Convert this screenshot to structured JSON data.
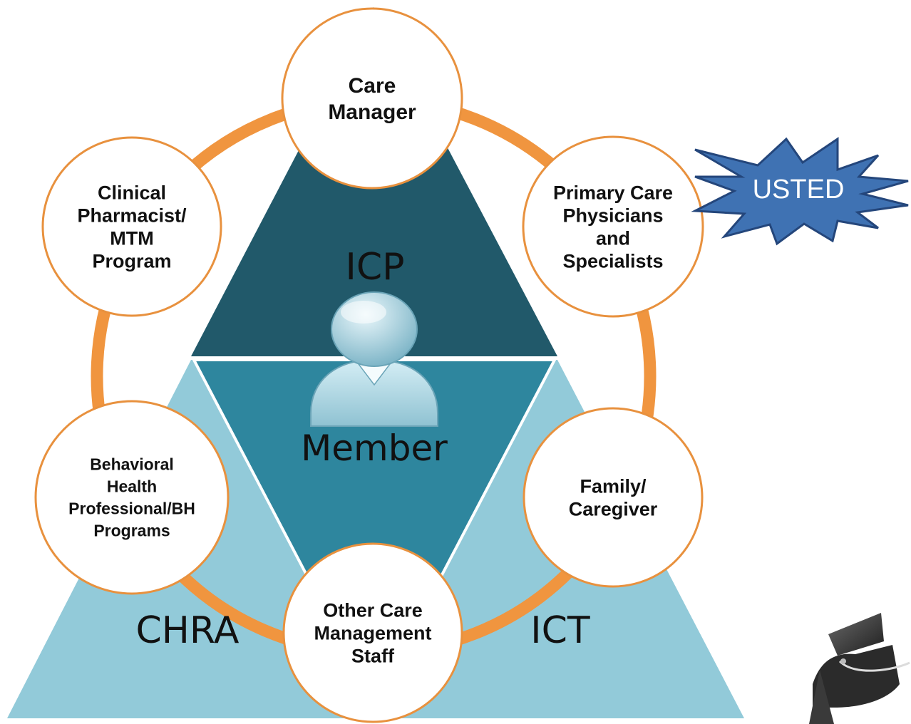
{
  "colors": {
    "ring": "#f0953f",
    "top_triangle": "#21596a",
    "center_triangle": "#2e869e",
    "outer_triangle": "#92cad9",
    "circle_fill": "#ffffff",
    "circle_stroke": "#e8913e",
    "burst_fill": "#3f72b3",
    "burst_stroke": "#24467b",
    "burst_text": "#ffffff"
  },
  "center": {
    "member_label": "Member",
    "icon": "member-person-icon"
  },
  "triangles": {
    "top_label": "ICP",
    "left_label": "CHRA",
    "right_label": "ICT"
  },
  "nodes": {
    "care_manager": [
      "Care",
      "Manager"
    ],
    "primary_care": [
      "Primary Care",
      "Physicians",
      "and",
      "Specialists"
    ],
    "family": [
      "Family/",
      "Caregiver"
    ],
    "other_staff": [
      "Other Care",
      "Management",
      "Staff"
    ],
    "behavioral": [
      "Behavioral",
      "Health",
      "Professional/BH",
      "Programs"
    ],
    "pharmacist": [
      "Clinical",
      "Pharmacist/",
      "MTM",
      "Program"
    ]
  },
  "burst": {
    "label": "USTED",
    "icon": "starburst-callout"
  },
  "decor": {
    "icon": "graduation-cap-icon"
  }
}
